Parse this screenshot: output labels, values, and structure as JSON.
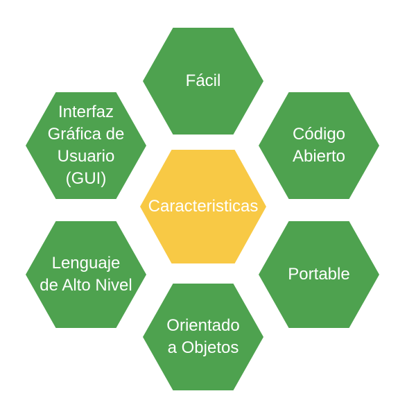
{
  "diagram": {
    "center": {
      "label": "Caracteristicas",
      "color": "#f8c945"
    },
    "node_color": "#4ea24f",
    "nodes": {
      "top": "Fácil",
      "upper_right": "Código\nAbierto",
      "lower_right": "Portable",
      "bottom": "Orientado\na Objetos",
      "lower_left": "Lenguaje\nde Alto Nivel",
      "upper_left": "Interfaz\nGráfica de\nUsuario\n(GUI)"
    }
  }
}
